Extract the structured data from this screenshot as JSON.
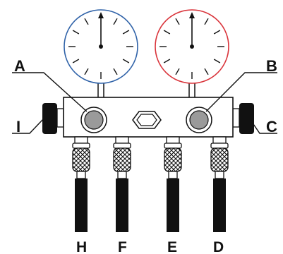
{
  "diagram": {
    "colors": {
      "low_side_gauge_ring": "#2f62a8",
      "high_side_gauge_ring": "#d9333a",
      "manifold_body": "#ffffff",
      "sight_glass": "#9a9a9a",
      "hose": "#111111"
    },
    "labels": {
      "A": "A",
      "B": "B",
      "C": "C",
      "I": "I",
      "H": "H",
      "F": "F",
      "E": "E",
      "D": "D"
    }
  }
}
